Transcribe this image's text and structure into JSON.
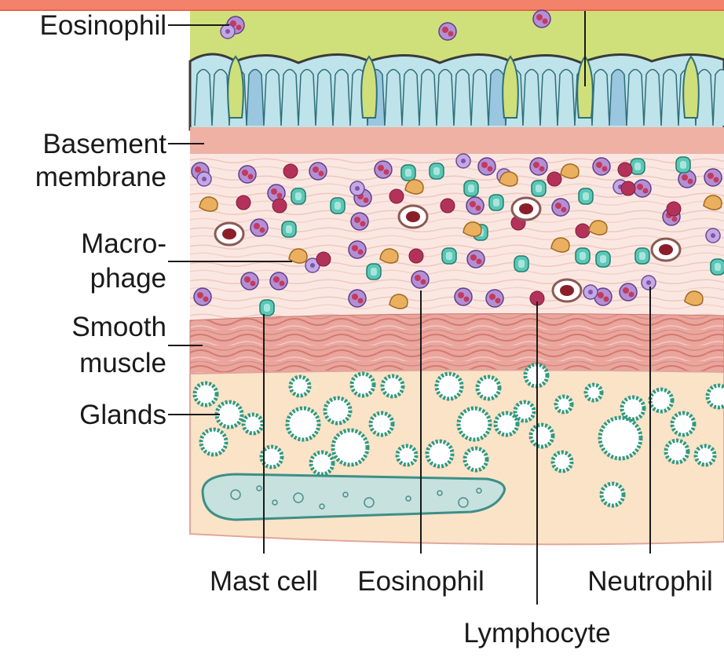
{
  "labels": {
    "eosinophil_top": "Eosinophil",
    "basement_1": "Basement",
    "basement_2": "membrane",
    "macro_1": "Macro-",
    "macro_2": "phage",
    "smooth_1": "Smooth",
    "smooth_2": "muscle",
    "glands": "Glands",
    "mast_cell": "Mast cell",
    "eosinophil_bottom": "Eosinophil",
    "neutrophil": "Neutrophil",
    "lymphocyte": "Lymphocyte"
  },
  "colors": {
    "accent_bar": "#f2826a",
    "mucus": "#cfe07a",
    "epithelium": "#bfe3ea",
    "basement": "#eeb1a4",
    "lamina": "#fbe6e0",
    "muscle": "#ea9f96",
    "submucosa": "#fbe3c8",
    "gland": "#2f9a82",
    "vessel": "#c6e1de",
    "eosinophil": "#8a5fb0",
    "neutrophil": "#b38ed0",
    "mast_cell": "#4fbfae",
    "lymphocyte": "#b3325a",
    "macrophage": "#e2a24a"
  }
}
